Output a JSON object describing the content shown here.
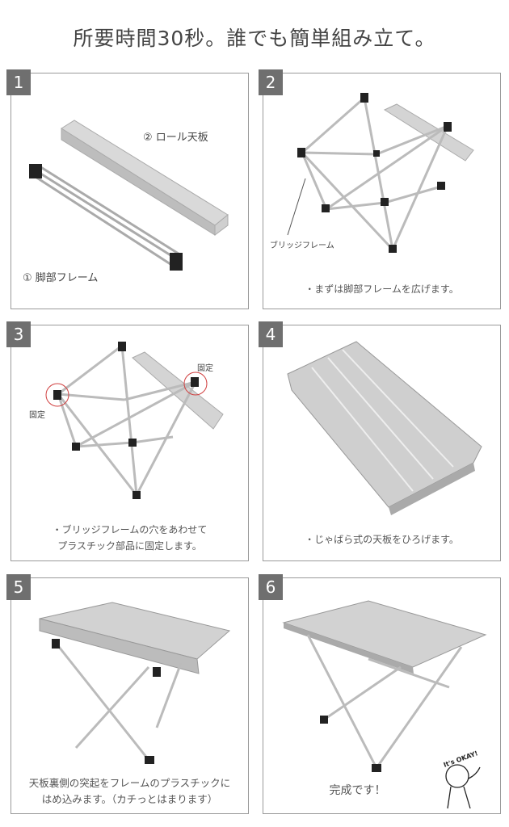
{
  "title": "所要時間30秒。誰でも簡単組み立て。",
  "steps": [
    {
      "number": "1",
      "labels": {
        "top": "② ロール天板",
        "frame": "① 脚部フレーム"
      }
    },
    {
      "number": "2",
      "label": "ブリッジフレーム",
      "caption": "・まずは脚部フレームを広げます。"
    },
    {
      "number": "3",
      "fix_label": "固定",
      "caption_lines": [
        "・ブリッジフレームの穴をあわせて",
        "プラスチック部品に固定します。"
      ]
    },
    {
      "number": "4",
      "caption": "・じゃばら式の天板をひろげます。"
    },
    {
      "number": "5",
      "caption_lines": [
        "天板裏側の突起をフレームのプラスチックに",
        "はめ込みます。（カチっとはまります）"
      ]
    },
    {
      "number": "6",
      "caption": "完成です！",
      "mascot_text": "It's OKAY!"
    }
  ],
  "colors": {
    "badge": "#6f6f6f",
    "border": "#9a9a9a",
    "aluminum": "#c8c8c8",
    "fix_circle": "#d04040"
  }
}
